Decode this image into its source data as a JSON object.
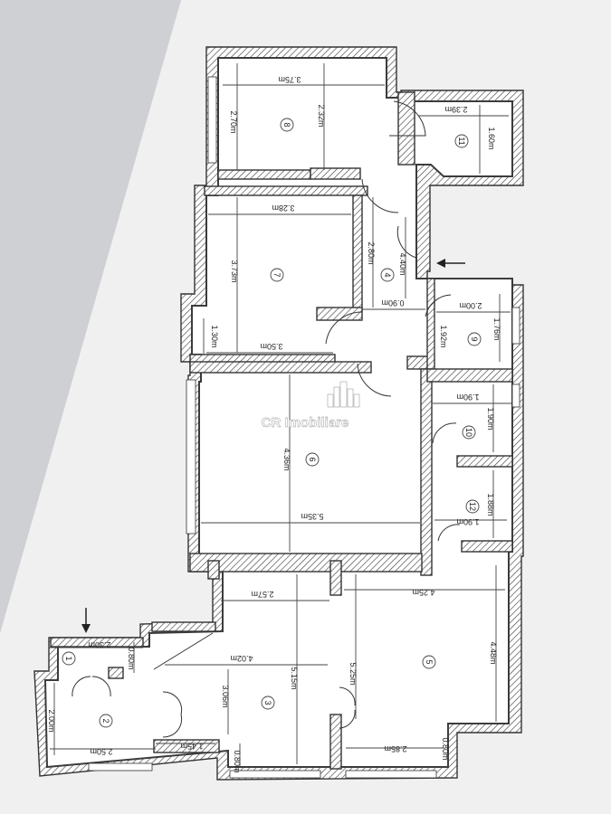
{
  "watermark": {
    "text": "CR Imobiliare"
  },
  "rooms": [
    {
      "id": "1",
      "label": "1"
    },
    {
      "id": "2",
      "label": "2"
    },
    {
      "id": "3",
      "label": "3"
    },
    {
      "id": "4",
      "label": "4"
    },
    {
      "id": "5",
      "label": "5"
    },
    {
      "id": "6",
      "label": "6"
    },
    {
      "id": "7",
      "label": "7"
    },
    {
      "id": "8",
      "label": "8"
    },
    {
      "id": "9",
      "label": "9"
    },
    {
      "id": "10",
      "label": "10"
    },
    {
      "id": "11",
      "label": "11"
    },
    {
      "id": "12",
      "label": "12"
    }
  ],
  "dimensions": {
    "d8_w": "3.75m",
    "d8_h1": "2.70m",
    "d8_h2": "2.32m",
    "d11_w": "2.39m",
    "d11_h": "1.60m",
    "d7_w": "3.28m",
    "d7_h": "3.73m",
    "d7_h2": "1.30m",
    "d7_w2": "3.50m",
    "d4_h": "2.80m",
    "d4_h2": "4.40m",
    "d4_w": "0.90m",
    "d4_h3": "1.92m",
    "d9_w": "2.00m",
    "d9_h": "1.76m",
    "d10_w": "1.90m",
    "d10_h": "1.90m",
    "d6_h": "4.36m",
    "d6_w": "5.35m",
    "d12_h": "1.88m",
    "d12_w": "1.90m",
    "d3_w": "2.57m",
    "d3_w2": "4.02m",
    "d3_h": "5.15m",
    "d3_h2": "3.06m",
    "d3_h3": "0.80m",
    "d5_w": "4.25m",
    "d5_h": "4.48m",
    "d5_h2": "5.25m",
    "d5_w2": "2.85m",
    "d5_h3": "0.80m",
    "d1_w": "2.30m",
    "d1_h": "0.80m",
    "d2_h": "2.00m",
    "d2_w": "2.50m",
    "d2_w2": "1.45m"
  }
}
